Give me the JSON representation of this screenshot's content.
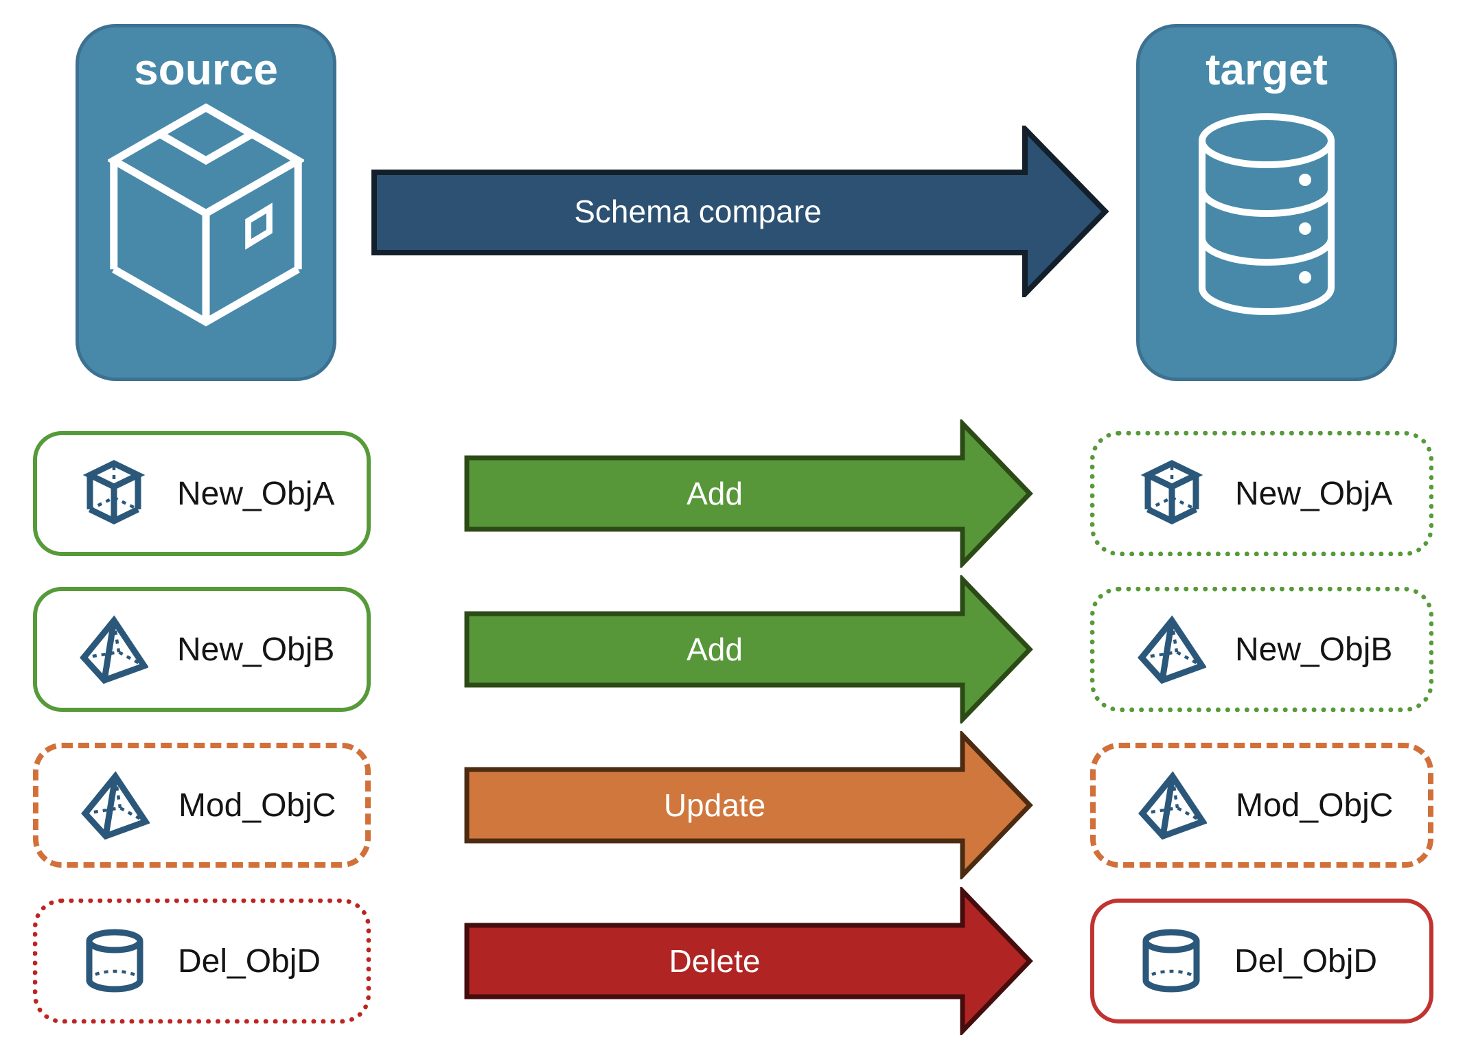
{
  "diagram": {
    "source": {
      "label": "source",
      "icon": "package-icon"
    },
    "target": {
      "label": "target",
      "icon": "database-icon"
    },
    "main_arrow": {
      "label": "Schema compare",
      "fill": "#2d5172",
      "outline": "#131f2b"
    },
    "rows": [
      {
        "object": "New_ObjA",
        "icon": "cube-icon",
        "action": "Add",
        "arrow_fill": "#579739",
        "left_box_border": "solid green",
        "right_box_border": "dotted green"
      },
      {
        "object": "New_ObjB",
        "icon": "pyramid-icon",
        "action": "Add",
        "arrow_fill": "#579739",
        "left_box_border": "solid green",
        "right_box_border": "dotted green"
      },
      {
        "object": "Mod_ObjC",
        "icon": "pyramid-icon",
        "action": "Update",
        "arrow_fill": "#d0773e",
        "left_box_border": "dashed orange",
        "right_box_border": "dashed orange"
      },
      {
        "object": "Del_ObjD",
        "icon": "cylinder-icon",
        "action": "Delete",
        "arrow_fill": "#b02423",
        "left_box_border": "dotted red",
        "right_box_border": "solid red"
      }
    ],
    "colors": {
      "node_fill": "#4889a9",
      "node_border": "#3d7191",
      "object_icon_stroke": "#2b587a",
      "green": "#569a39",
      "orange": "#d2703a",
      "red_dotted": "#bd2420",
      "red_solid": "#c03330",
      "label_text": "#141414"
    }
  }
}
